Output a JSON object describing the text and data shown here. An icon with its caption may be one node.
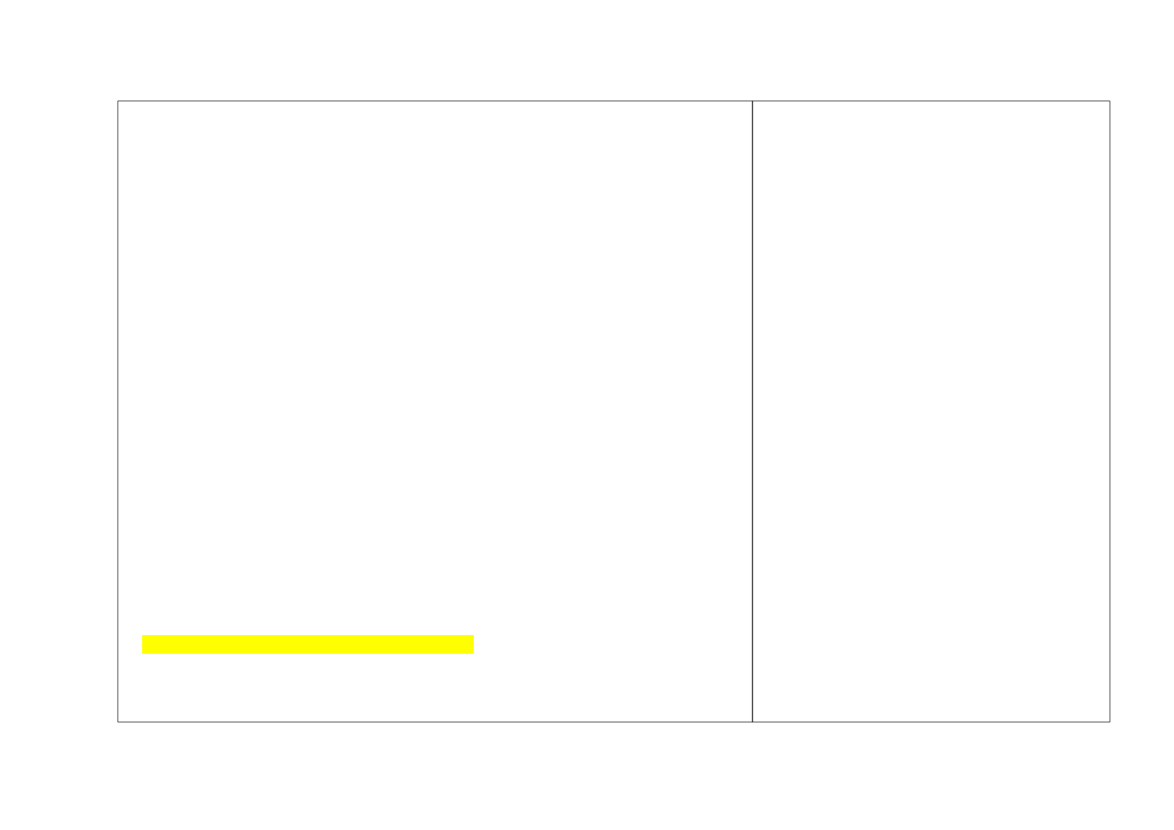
{
  "diagram": {
    "nodes": [
      {
        "text": [],
        "shape": "box"
      },
      {
        "text": [],
        "shape": "box"
      },
      {
        "text": [],
        "shape": "bar",
        "in": 0
      }
    ]
  }
}
